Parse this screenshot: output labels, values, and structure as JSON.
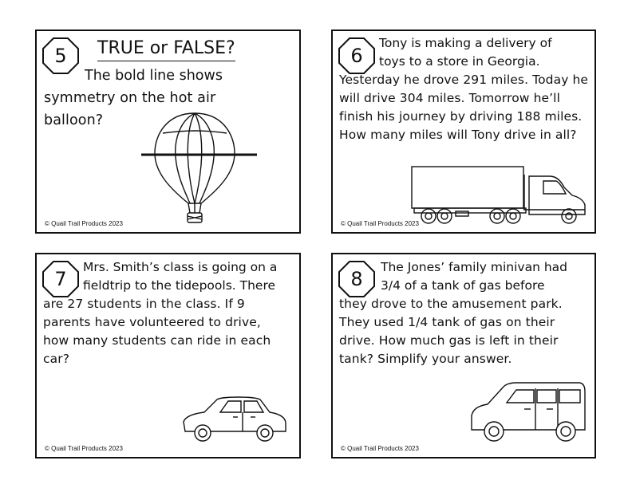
{
  "copyright": "© Quail Trail Products 2023",
  "cards": [
    {
      "number": "5",
      "title": "TRUE or FALSE?",
      "text_first": "The bold line shows",
      "text_rest": "symmetry on the hot air balloon?",
      "picture_icon": "hot-air-balloon-icon"
    },
    {
      "number": "6",
      "text_first": "Tony is making a delivery of toys to a store in Georgia.",
      "text_rest": "Yesterday he drove 291 miles. Today he will drive 304 miles. Tomorrow he’ll finish his journey by driving 188 miles. How many miles will Tony drive in all?",
      "picture_icon": "semi-truck-icon"
    },
    {
      "number": "7",
      "text_first": "Mrs. Smith’s class is going on a fieldtrip to the tidepools. There",
      "text_rest": "are 27 students in the class. If 9 parents have volunteered to drive, how many students can ride in each car?",
      "picture_icon": "car-icon"
    },
    {
      "number": "8",
      "text_first": "The Jones’ family minivan had 3/4 of a tank of gas before",
      "text_rest": "they drove to the amusement park. They used 1/4 tank of gas on their drive. How much gas is left in their tank? Simplify your answer.",
      "picture_icon": "minivan-icon"
    }
  ]
}
